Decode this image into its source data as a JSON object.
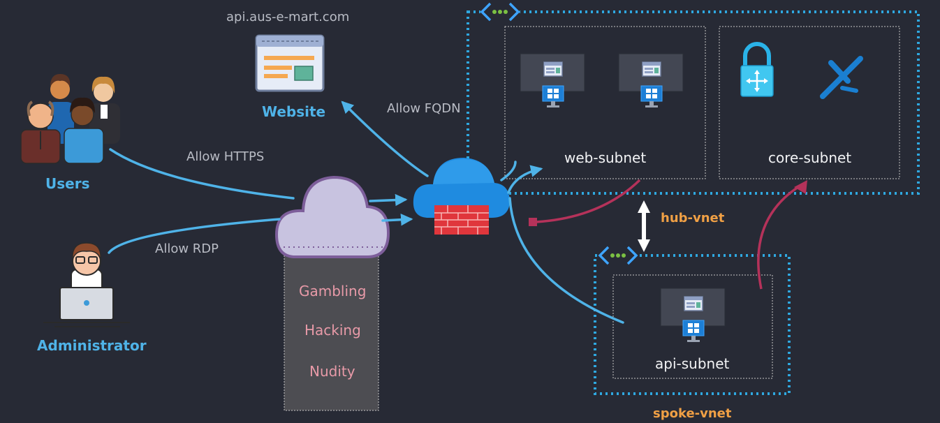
{
  "labels": {
    "website_url": "api.aus-e-mart.com",
    "website": "Website",
    "users": "Users",
    "administrator": "Administrator",
    "allow_https": "Allow HTTPS",
    "allow_rdp": "Allow RDP",
    "allow_fqdn": "Allow FQDN",
    "web_subnet": "web-subnet",
    "core_subnet": "core-subnet",
    "hub_vnet": "hub-vnet",
    "api_subnet": "api-subnet",
    "spoke_vnet": "spoke-vnet"
  },
  "blocked_categories": [
    "Gambling",
    "Hacking",
    "Nudity"
  ],
  "colors": {
    "background": "#272a35",
    "flow_blue": "#4fb3e8",
    "flow_red": "#b5325a",
    "vnet_border": "#2fa8e0",
    "subnet_border": "#c8c8c8",
    "cloud_lavender": "#c8c3e0",
    "firewall_cloud": "#1f8be0",
    "firewall_red": "#e0363c"
  },
  "icons": [
    "users-group-icon",
    "administrator-laptop-icon",
    "website-browser-icon",
    "internet-cloud-icon",
    "azure-firewall-icon",
    "virtual-machine-icon",
    "vpn-gateway-lock-icon",
    "bastion-icon",
    "vnet-peering-icon"
  ]
}
